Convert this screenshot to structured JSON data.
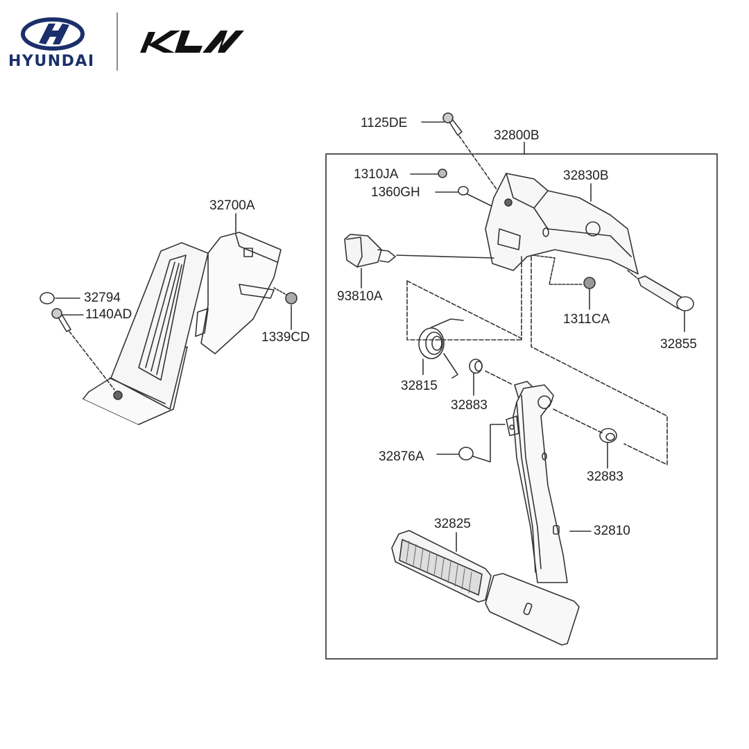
{
  "brands": {
    "hyundai": {
      "wordmark": "HYUNDAI",
      "color": "#1b2f6b"
    },
    "kia": {
      "name": "KIA",
      "color": "#101010"
    }
  },
  "diagram": {
    "title": "Brake and accelerator pedal assembly",
    "assembly_box_label": "32800B",
    "parts": {
      "p1125DE": "1125DE",
      "p32800B": "32800B",
      "p1310JA": "1310JA",
      "p1360GH": "1360GH",
      "p32830B": "32830B",
      "p32700A": "32700A",
      "p93810A": "93810A",
      "p32794": "32794",
      "p1140AD": "1140AD",
      "p1339CD": "1339CD",
      "p1311CA": "1311CA",
      "p32855": "32855",
      "p32815": "32815",
      "p32883a": "32883",
      "p32883b": "32883",
      "p32876A": "32876A",
      "p32825": "32825",
      "p32810": "32810"
    }
  }
}
